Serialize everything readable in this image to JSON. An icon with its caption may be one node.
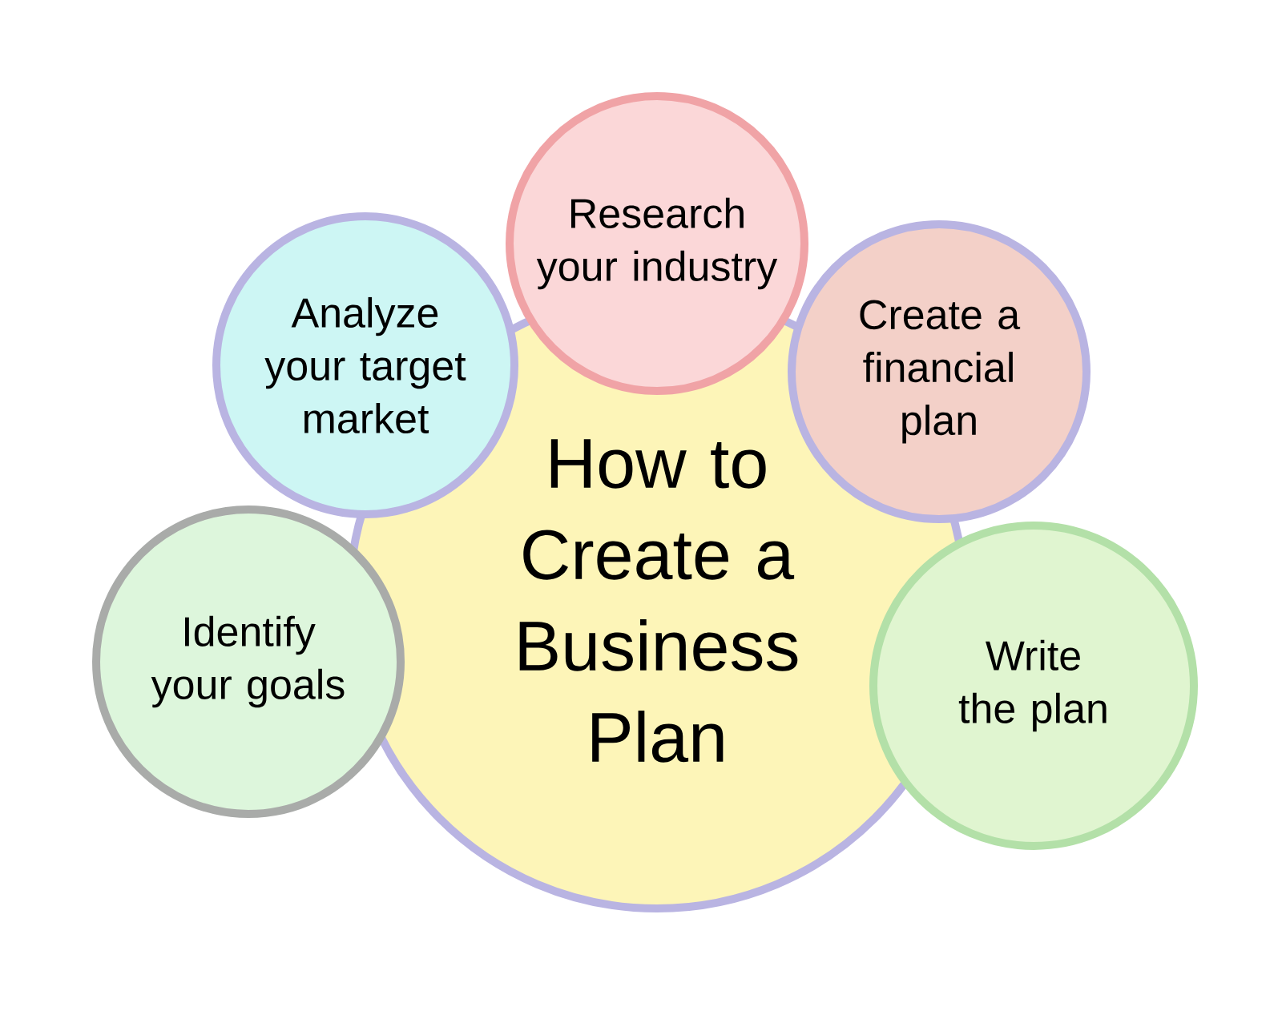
{
  "diagram": {
    "nodes": [
      {
        "text": [
          "How to Create a Business Plan"
        ]
      },
      {
        "text": [
          "Research your industry"
        ]
      },
      {
        "text": [
          "Analyze your target market"
        ]
      },
      {
        "text": [
          "Create a financial plan"
        ]
      },
      {
        "text": [
          "Identify your goals"
        ]
      },
      {
        "text": [
          "Write the plan"
        ]
      }
    ]
  }
}
